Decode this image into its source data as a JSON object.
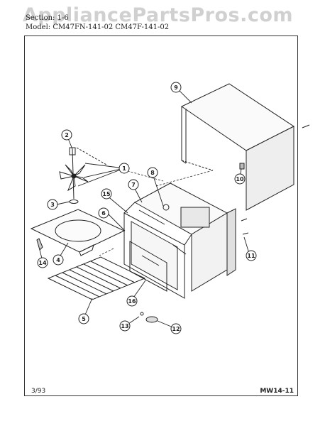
{
  "watermark": "AppliancePartsPros.com",
  "header": {
    "section": "Section: 1-6",
    "model": "Model: CM47FN-141-02  CM47F-141-02"
  },
  "footer": {
    "date": "3/93",
    "code": "MW14-11"
  },
  "callouts": [
    "1",
    "2",
    "3",
    "4",
    "5",
    "6",
    "7",
    "8",
    "9",
    "10",
    "11",
    "12",
    "13",
    "14",
    "15",
    "16"
  ]
}
